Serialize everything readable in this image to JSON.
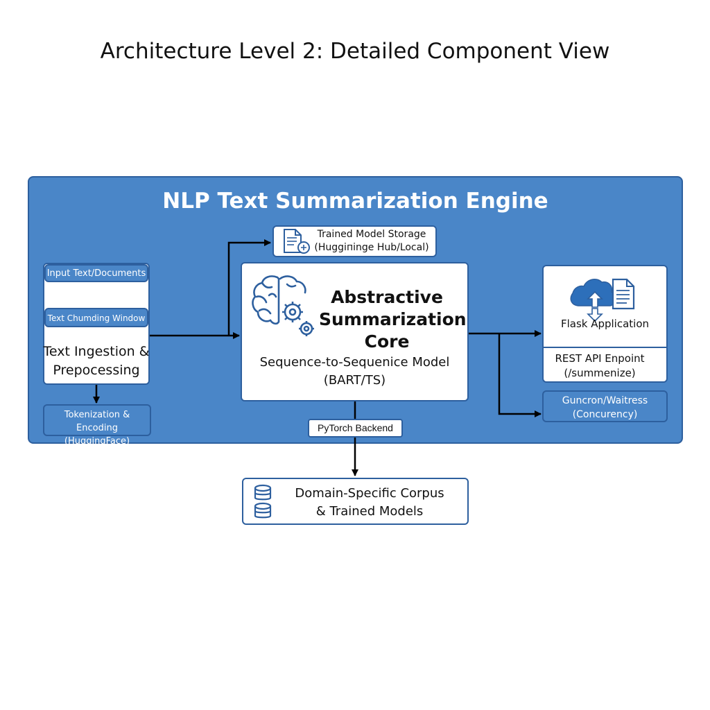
{
  "page": {
    "title": "Architecture Level 2: Detailed Component View"
  },
  "engine": {
    "title": "NLP Text Summarization Engine"
  },
  "ingestion": {
    "input_label": "Input Text/Documents",
    "chunking_label": "Text Chumding Window",
    "title_line1": "Text Ingestion &",
    "title_line2": "Prepocessing",
    "tokenization_line1": "Tokenization & Encoding",
    "tokenization_line2": "(HuggingFace)"
  },
  "storage": {
    "line1": "Trained Model Storage",
    "line2": "(Huggiпinge Hub/Local)",
    "icon": "document-icon"
  },
  "core": {
    "title_line1": "Abstractive",
    "title_line2": "Summarization",
    "title_line3": "Core",
    "subtitle_line1": "Sequence-to-Sequenice Model",
    "subtitle_line2": "(BART/TS)",
    "icon": "brain-gears-icon"
  },
  "backend": {
    "label": "PyTorch Backend"
  },
  "flask": {
    "title": "Flask Application",
    "api_line1": "REST API Enpoint",
    "api_line2": "(/summenize)",
    "icon": "cloud-document-icon"
  },
  "server": {
    "line1": "Guncron/Waitress",
    "line2": "(Concurency)"
  },
  "corpus": {
    "line1": "Domain-Specific Corpus",
    "line2": "& Trained Models",
    "icon": "database-icon"
  },
  "colors": {
    "panel": "#4a86c8",
    "border": "#2d5f9e",
    "text_dark": "#111111",
    "white": "#ffffff"
  }
}
